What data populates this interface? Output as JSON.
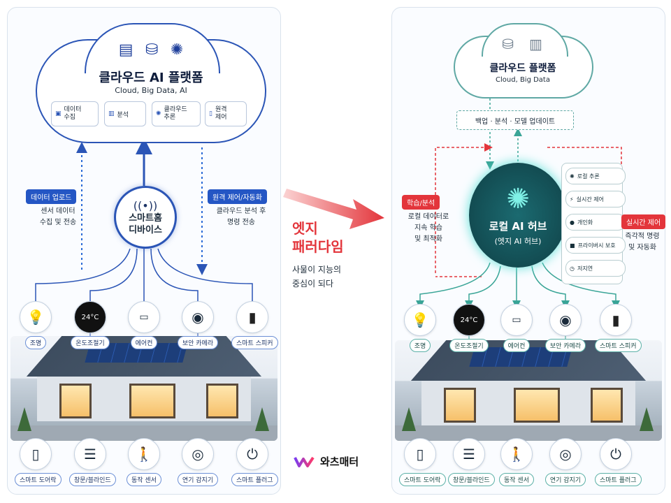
{
  "left": {
    "cloud_title": "클라우드 AI 플랫폼",
    "cloud_subtitle": "Cloud, Big Data, AI",
    "cloud_features": [
      "데이터\n수집",
      "분석",
      "클라우드\n추론",
      "원격\n제어"
    ],
    "hub_title": "스마트홈\n디바이스",
    "upload_tag": "데이터 업로드",
    "upload_note": "센서 데이터\n수집 및 전송",
    "control_tag": "원격 제어/자동화",
    "control_note": "클라우드 분석 후\n명령 전송",
    "devices_top": [
      "조명",
      "온도조절기",
      "에어컨",
      "보안 카메라",
      "스마트 스피커"
    ],
    "devices_bottom": [
      "스마트 도어락",
      "창문/블라인드",
      "동작 센서",
      "연기 감지기",
      "스마트 플러그"
    ],
    "thermo_text": "24°C"
  },
  "middle": {
    "paradigm_title": "엣지\n패러다임",
    "paradigm_sub": "사물이 지능의\n중심이 되다",
    "brand": "와츠매터"
  },
  "right": {
    "cloud_title": "클라우드 플랫폼",
    "cloud_subtitle": "Cloud, Big Data",
    "sync_label": "백업 · 분석 · 모델 업데이트",
    "hub_title": "로컬 AI 허브",
    "hub_subtitle": "(엣지 AI 허브)",
    "learn_tag": "학습/분석",
    "learn_note": "로컬 데이터로\n지속 학습\n및 최적화",
    "realtime_tag": "실시간 제어",
    "realtime_note": "즉각적 명령\n및 자동화",
    "hub_options": [
      "로컬 추론",
      "실시간 제어",
      "개인화",
      "프라이버시 보호",
      "저지연"
    ],
    "devices_top": [
      "조명",
      "온도조절기",
      "에어컨",
      "보안 카메라",
      "스마트 스피커"
    ],
    "devices_bottom": [
      "스마트 도어락",
      "창문/블라인드",
      "동작 센서",
      "연기 감지기",
      "스마트 플러그"
    ],
    "thermo_text": "24°C"
  },
  "colors": {
    "cloud_blue": "#2b55b6",
    "tag_blue": "#2456c4",
    "hub_teal": "#0f4f55",
    "accent_red": "#e3353b",
    "teal_line": "#3aa597"
  }
}
